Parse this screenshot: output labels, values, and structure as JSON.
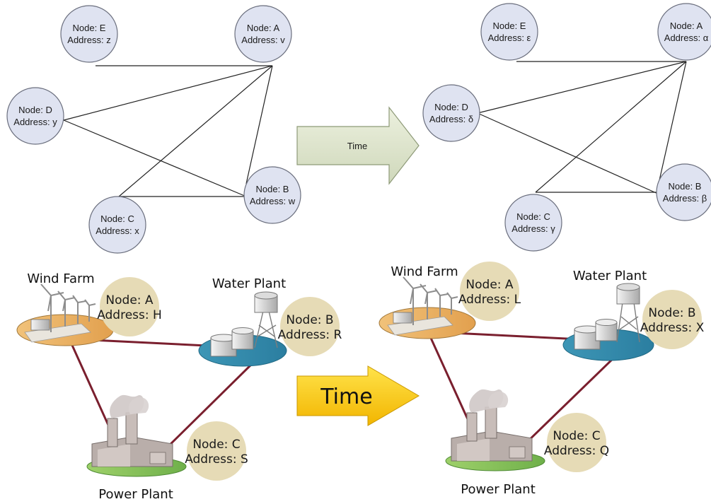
{
  "top_left": {
    "nodes": [
      {
        "name": "Node: E",
        "address": "Address: z"
      },
      {
        "name": "Node: A",
        "address": "Address: v"
      },
      {
        "name": "Node: D",
        "address": "Address: y"
      },
      {
        "name": "Node: B",
        "address": "Address: w"
      },
      {
        "name": "Node: C",
        "address": "Address: x"
      }
    ]
  },
  "top_right": {
    "nodes": [
      {
        "name": "Node: E",
        "address": "Address: ε"
      },
      {
        "name": "Node: A",
        "address": "Address: α"
      },
      {
        "name": "Node: D",
        "address": "Address: δ"
      },
      {
        "name": "Node: B",
        "address": "Address: β"
      },
      {
        "name": "Node: C",
        "address": "Address: γ"
      }
    ]
  },
  "top_arrow_label": "Time",
  "bottom_left": {
    "sites": [
      {
        "plant": "Wind Farm",
        "name": "Node: A",
        "address": "Address: H"
      },
      {
        "plant": "Water Plant",
        "name": "Node: B",
        "address": "Address: R"
      },
      {
        "plant": "Power Plant",
        "name": "Node: C",
        "address": "Address: S"
      }
    ]
  },
  "bottom_right": {
    "sites": [
      {
        "plant": "Wind Farm",
        "name": "Node: A",
        "address": "Address: L"
      },
      {
        "plant": "Water Plant",
        "name": "Node: B",
        "address": "Address: X"
      },
      {
        "plant": "Power Plant",
        "name": "Node: C",
        "address": "Address: Q"
      }
    ]
  },
  "bottom_arrow_label": "Time",
  "colors": {
    "node_fill": "#dfe3f1",
    "node_stroke": "#6b6f7e",
    "site_circle": "#e6dbb6",
    "link": "#7a1f2e",
    "arrow_fill": "#dfe6cf",
    "time_arrow": "#f7c600"
  }
}
